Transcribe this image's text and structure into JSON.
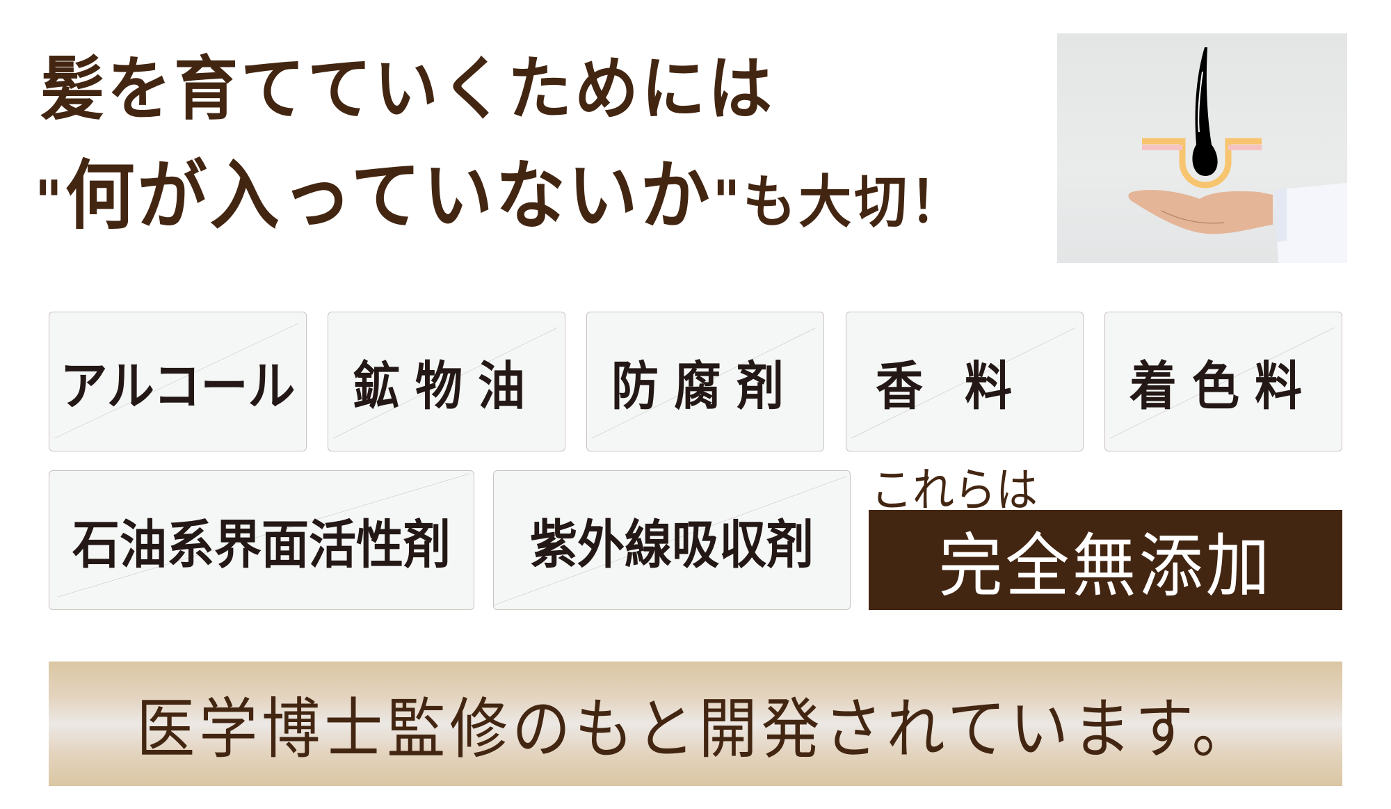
{
  "headline": {
    "line1": "髪を育てていくためには",
    "line2_quote_open": "\"",
    "line2_main": "何が入っていないか",
    "line2_quote_close": "\"",
    "line2_tail": "も大切！"
  },
  "hero_image": {
    "icon": "hair-follicle-on-hand-icon",
    "colors": {
      "hair": "#000000",
      "skin_outer": "#f7c56f",
      "skin_inner": "#f6c3c3",
      "background": "#e6e8e8"
    }
  },
  "free_from": {
    "items": [
      {
        "label": "アルコール"
      },
      {
        "label": "鉱物油"
      },
      {
        "label": "防腐剤"
      },
      {
        "label": "香料"
      },
      {
        "label": "着色料"
      },
      {
        "label": "石油系界面活性剤"
      },
      {
        "label": "紫外線吸収剤"
      }
    ],
    "lead": "これらは",
    "badge": "完全無添加"
  },
  "banner": {
    "text": "医学博士監修のもと開発されています。"
  },
  "colors": {
    "brown": "#432612",
    "card_bg": "#f5f7f7",
    "card_border": "#cbc3bd",
    "text_dark": "#231815"
  }
}
